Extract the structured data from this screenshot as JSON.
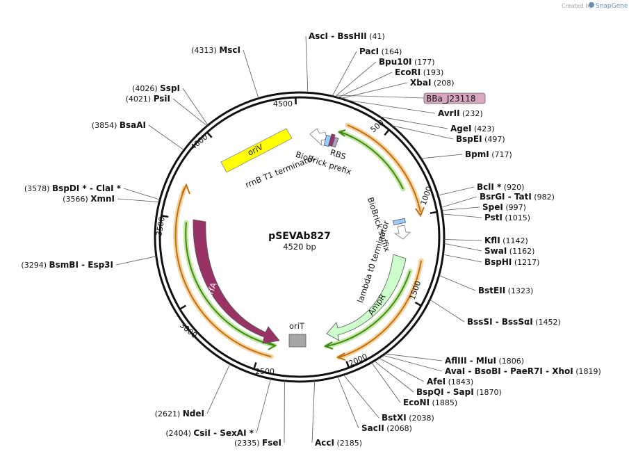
{
  "credit": {
    "prefix": "Created by",
    "brand": "SnapGene"
  },
  "plasmid": {
    "name": "pSEVAb827",
    "length_label": "4520 bp",
    "length": 4520
  },
  "ticks": [
    "500",
    "1000",
    "1500",
    "2000",
    "2500",
    "3000",
    "3500",
    "4000",
    "4500"
  ],
  "sites": [
    {
      "n": "AscI",
      "n2": "BssHII",
      "p": "(41)"
    },
    {
      "n": "PacI",
      "p": "(164)"
    },
    {
      "n": "Bpu10I",
      "p": "(177)"
    },
    {
      "n": "EcoRI",
      "p": "(193)"
    },
    {
      "n": "XbaI",
      "p": "(208)"
    },
    {
      "n": "AvrII",
      "p": "(232)"
    },
    {
      "n": "AgeI",
      "p": "(423)"
    },
    {
      "n": "BspEI",
      "p": "(497)"
    },
    {
      "n": "BpmI",
      "p": "(717)"
    },
    {
      "n": "BclI *",
      "p": "(920)"
    },
    {
      "n": "BsrGI",
      "n2": "TatI",
      "p": "(982)"
    },
    {
      "n": "SpeI",
      "p": "(997)"
    },
    {
      "n": "PstI",
      "p": "(1015)"
    },
    {
      "n": "KflI",
      "p": "(1142)"
    },
    {
      "n": "SwaI",
      "p": "(1162)"
    },
    {
      "n": "BspHI",
      "p": "(1217)"
    },
    {
      "n": "BstEII",
      "p": "(1323)"
    },
    {
      "n": "BssSI",
      "n2": "BssSαI",
      "p": "(1452)"
    },
    {
      "n": "AflIII",
      "n2": "MluI",
      "p": "(1806)"
    },
    {
      "n": "AvaI",
      "n2": "BsoBI",
      "n3": "PaeR7I",
      "n4": "XhoI",
      "p": "(1819)"
    },
    {
      "n": "AfeI",
      "p": "(1843)"
    },
    {
      "n": "BspQI",
      "n2": "SapI",
      "p": "(1870)"
    },
    {
      "n": "EcoNI",
      "p": "(1885)"
    },
    {
      "n": "BstXI",
      "p": "(2038)"
    },
    {
      "n": "SacII",
      "p": "(2068)"
    },
    {
      "n": "AccI",
      "p": "(2185)"
    },
    {
      "n": "FseI",
      "p": "(2335)"
    },
    {
      "n": "CsiI",
      "n2": "SexAI *",
      "p": "(2404)"
    },
    {
      "n": "NdeI",
      "p": "(2621)"
    },
    {
      "n": "BsmBI",
      "n2": "Esp3I",
      "p": "(3294)"
    },
    {
      "n": "XmnI",
      "p": "(3566)"
    },
    {
      "n": "BspDI *",
      "n2": "ClaI *",
      "p": "(3578)"
    },
    {
      "n": "BsaAI",
      "p": "(3854)"
    },
    {
      "n": "PsiI",
      "p": "(4021)"
    },
    {
      "n": "SspI",
      "p": "(4026)"
    },
    {
      "n": "MscI",
      "p": "(4313)"
    }
  ],
  "features": {
    "bba": "BBa_J23118",
    "rbs": "RBS",
    "biobrick_prefix": "BioBrick prefix",
    "rrnb": "rrnB T1 terminator",
    "oriv": "oriV",
    "biobrick_suffix": "BioBrick suffix",
    "lambda": "lambda t0 terminator",
    "ampr": "AmpR",
    "trfa": "trfA",
    "orit": "oriT"
  },
  "colors": {
    "oriV": "#ffff00",
    "trfA": "#993366",
    "AmpR": "#ccffcc",
    "oriT": "#a6a6a6",
    "BBa_J23118": "#d9a7c0",
    "RBS": "#99ccff",
    "primer_orange": "#f0a020",
    "primer_green": "#4c9a1c"
  }
}
